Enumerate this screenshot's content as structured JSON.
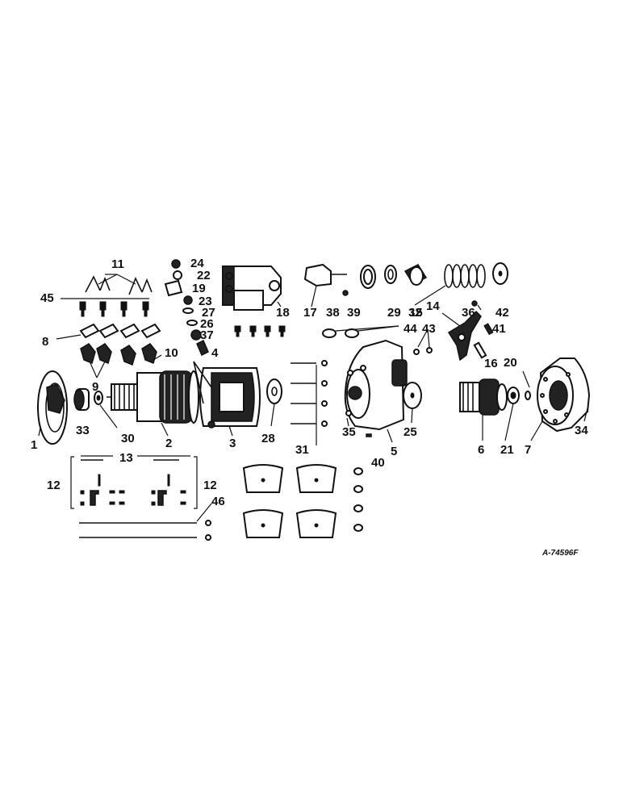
{
  "figure": {
    "reference_code": "A-74596F"
  },
  "callouts": [
    {
      "id": "1",
      "text": "1"
    },
    {
      "id": "2",
      "text": "2"
    },
    {
      "id": "3",
      "text": "3"
    },
    {
      "id": "4",
      "text": "4"
    },
    {
      "id": "5",
      "text": "5"
    },
    {
      "id": "6",
      "text": "6"
    },
    {
      "id": "7",
      "text": "7"
    },
    {
      "id": "8",
      "text": "8"
    },
    {
      "id": "9",
      "text": "9"
    },
    {
      "id": "10",
      "text": "10"
    },
    {
      "id": "11",
      "text": "11"
    },
    {
      "id": "12a",
      "text": "12"
    },
    {
      "id": "12b",
      "text": "12"
    },
    {
      "id": "13",
      "text": "13"
    },
    {
      "id": "14",
      "text": "14"
    },
    {
      "id": "15",
      "text": "15"
    },
    {
      "id": "16",
      "text": "16"
    },
    {
      "id": "17",
      "text": "17"
    },
    {
      "id": "18",
      "text": "18"
    },
    {
      "id": "19",
      "text": "19"
    },
    {
      "id": "20",
      "text": "20"
    },
    {
      "id": "21",
      "text": "21"
    },
    {
      "id": "22",
      "text": "22"
    },
    {
      "id": "23",
      "text": "23"
    },
    {
      "id": "24",
      "text": "24"
    },
    {
      "id": "25",
      "text": "25"
    },
    {
      "id": "26",
      "text": "26"
    },
    {
      "id": "27",
      "text": "27"
    },
    {
      "id": "28",
      "text": "28"
    },
    {
      "id": "29",
      "text": "29"
    },
    {
      "id": "30",
      "text": "30"
    },
    {
      "id": "31",
      "text": "31"
    },
    {
      "id": "32",
      "text": "32"
    },
    {
      "id": "33",
      "text": "33"
    },
    {
      "id": "34",
      "text": "34"
    },
    {
      "id": "35",
      "text": "35"
    },
    {
      "id": "36",
      "text": "36"
    },
    {
      "id": "37",
      "text": "37"
    },
    {
      "id": "38",
      "text": "38"
    },
    {
      "id": "39",
      "text": "39"
    },
    {
      "id": "40",
      "text": "40"
    },
    {
      "id": "41",
      "text": "41"
    },
    {
      "id": "42",
      "text": "42"
    },
    {
      "id": "43",
      "text": "43"
    },
    {
      "id": "44",
      "text": "44"
    },
    {
      "id": "45",
      "text": "45"
    },
    {
      "id": "46",
      "text": "46"
    }
  ]
}
